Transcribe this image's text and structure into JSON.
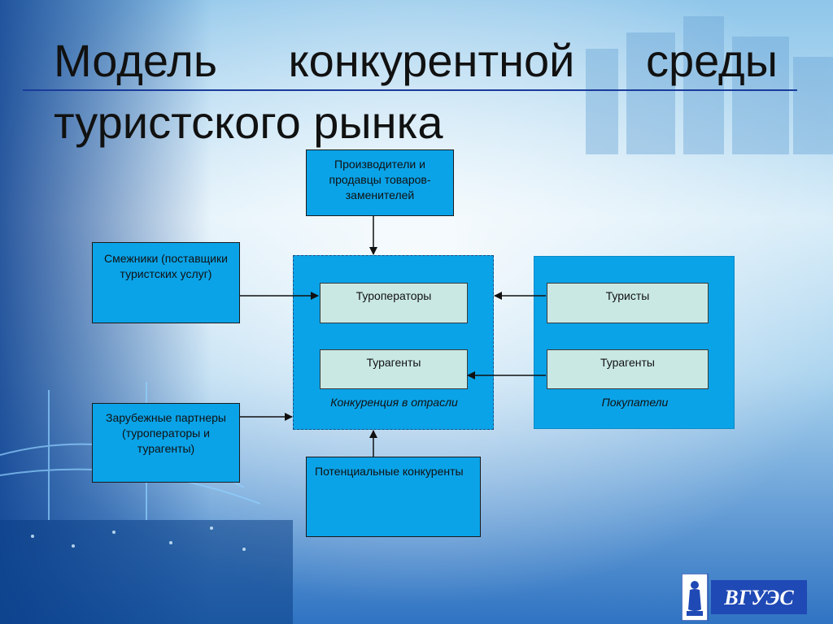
{
  "title": {
    "line1_words": [
      "Модель",
      "конкурентной",
      "среды"
    ],
    "line2": "туристского рынка"
  },
  "diagram": {
    "substitutes": "Производители и продавцы товаров-заменителей",
    "suppliers": "Смежники (поставщики туристских услуг)",
    "foreign_partners": "Зарубежные партнеры (туроператоры и турагенты)",
    "potential_competitors": "Потенциальные конкуренты",
    "industry_group": {
      "caption": "Конкуренция в отрасли",
      "items": [
        "Туроператоры",
        "Турагенты"
      ]
    },
    "buyers_group": {
      "caption": "Покупатели",
      "items": [
        "Туристы",
        "Турагенты"
      ]
    }
  },
  "logo": {
    "text": "ВГУЭС"
  },
  "colors": {
    "box_fill": "#0aa3e8",
    "inner_fill": "#c9e8e4",
    "title_rule": "#1a3b9a"
  }
}
